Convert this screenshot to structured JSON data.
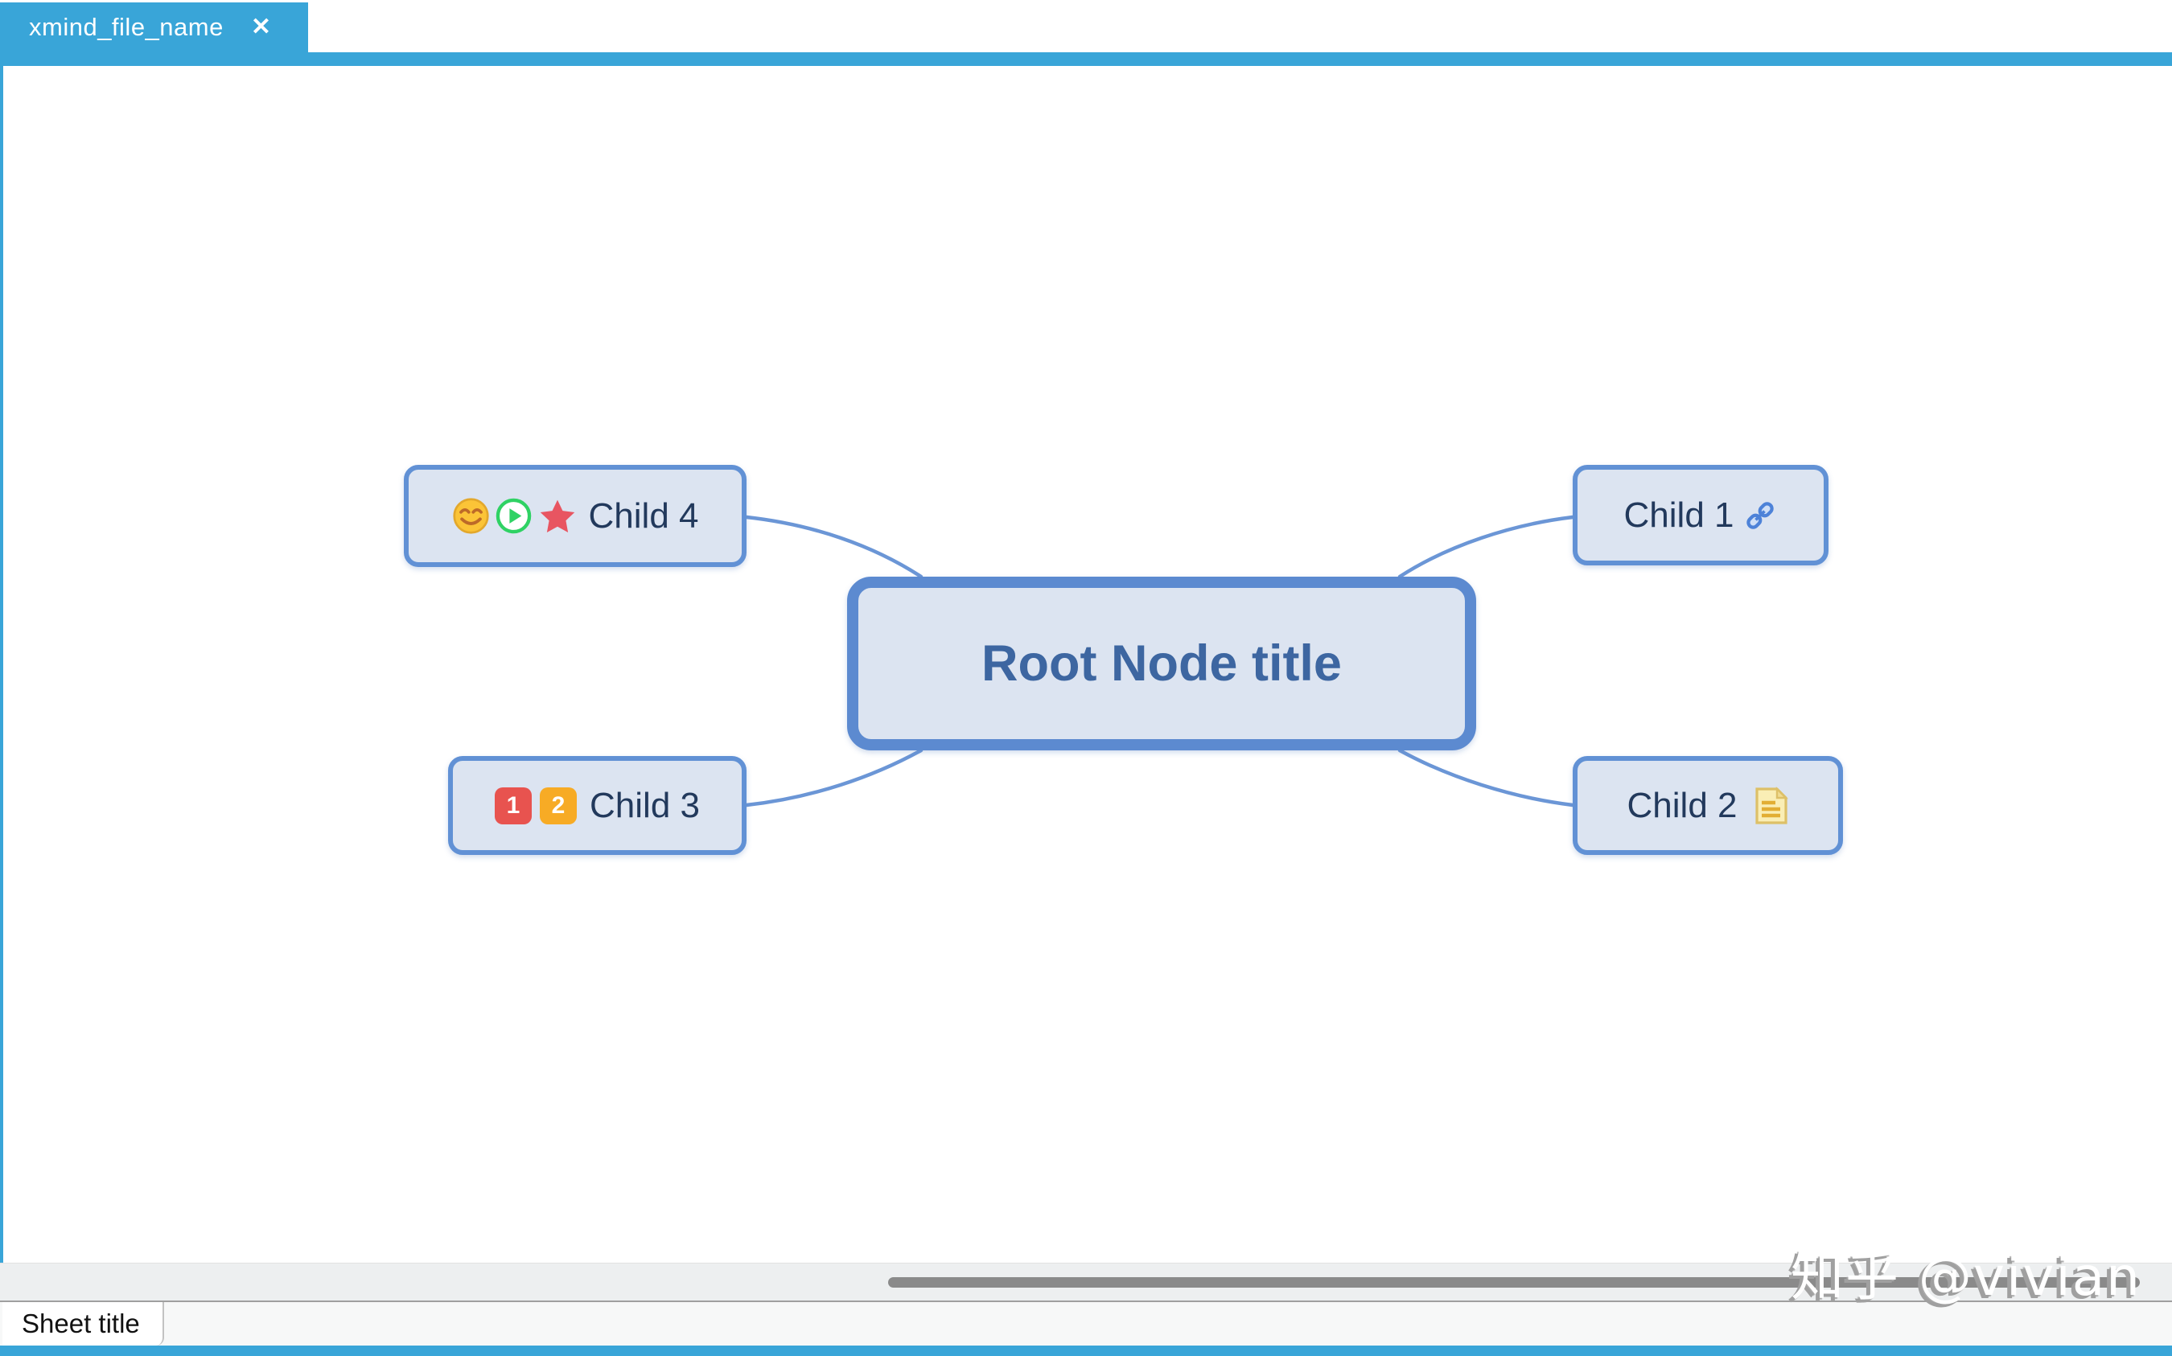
{
  "window": {
    "tab_label": "xmind_file_name",
    "close_glyph": "✕",
    "accent_color": "#39a5d8"
  },
  "map": {
    "root": {
      "title": "Root Node title"
    },
    "children": [
      {
        "title": "Child 1",
        "icons": [
          "link-icon"
        ]
      },
      {
        "title": "Child 2",
        "icons": [
          "notes-icon"
        ]
      },
      {
        "title": "Child 3",
        "markers": [
          "1",
          "2"
        ]
      },
      {
        "title": "Child 4",
        "icons": [
          "smiley-icon",
          "play-icon",
          "star-icon"
        ]
      }
    ],
    "colors": {
      "node_border": "#5c8ad0",
      "node_fill": "#dce4f1",
      "root_title": "#3d66a1",
      "child_title": "#22395c",
      "connector": "#6b96d6",
      "marker1_bg": "#e8534f",
      "marker2_bg": "#f7ab25"
    }
  },
  "statusbar": {
    "sheet_tab_label": "Sheet title"
  },
  "watermark": {
    "text": "知乎 @vivian"
  }
}
